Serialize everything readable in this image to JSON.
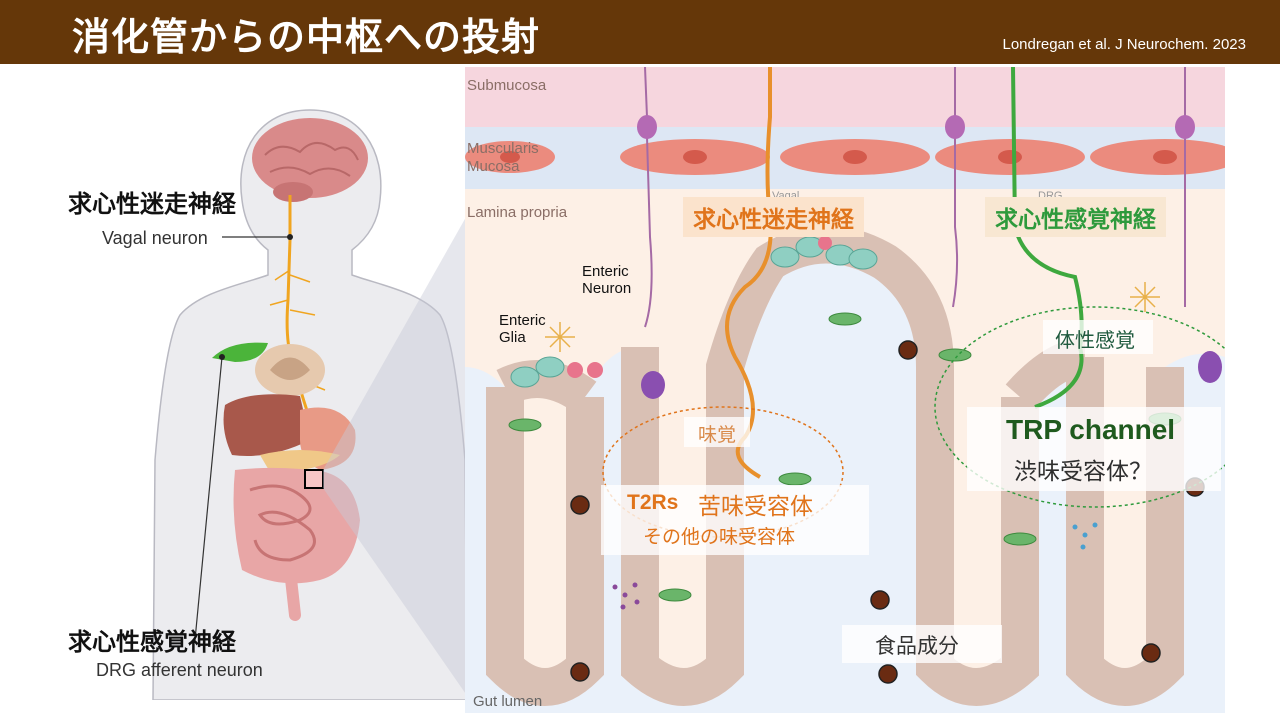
{
  "title": "消化管からの中枢への投射",
  "citation": "Londregan et al. J Neurochem. 2023",
  "body_labels": {
    "vagal_jp": "求心性迷走神経",
    "vagal_en": "Vagal neuron",
    "drg_jp": "求心性感覚神経",
    "drg_en": "DRG afferent neuron"
  },
  "layers": {
    "submucosa": "Submucosa",
    "muscularis_1": "Muscularis",
    "muscularis_2": "Mucosa",
    "lamina": "Lamina propria",
    "lumen": "Gut lumen"
  },
  "small_labels": {
    "vagal_tiny": "Vagal",
    "drg_tiny": "DRG",
    "enteric_neuron_1": "Enteric",
    "enteric_neuron_2": "Neuron",
    "enteric_glia_1": "Enteric",
    "enteric_glia_2": "Glia"
  },
  "tags": {
    "vagal": "求心性迷走神経",
    "sensory": "求心性感覚神経"
  },
  "annotations": {
    "taste": "味覚",
    "t2rs": "T2Rs",
    "bitter": "苦味受容体",
    "other_taste": "その他の味受容体",
    "somatic": "体性感覚",
    "trp": "TRP channel",
    "astringent": "渋味受容体？",
    "food": "食品成分"
  },
  "colors": {
    "title_bar": "#653709",
    "vagal_orange": "#e0741b",
    "sensory_green": "#2e9a3c",
    "trp_dark_green": "#1f5a1e"
  }
}
